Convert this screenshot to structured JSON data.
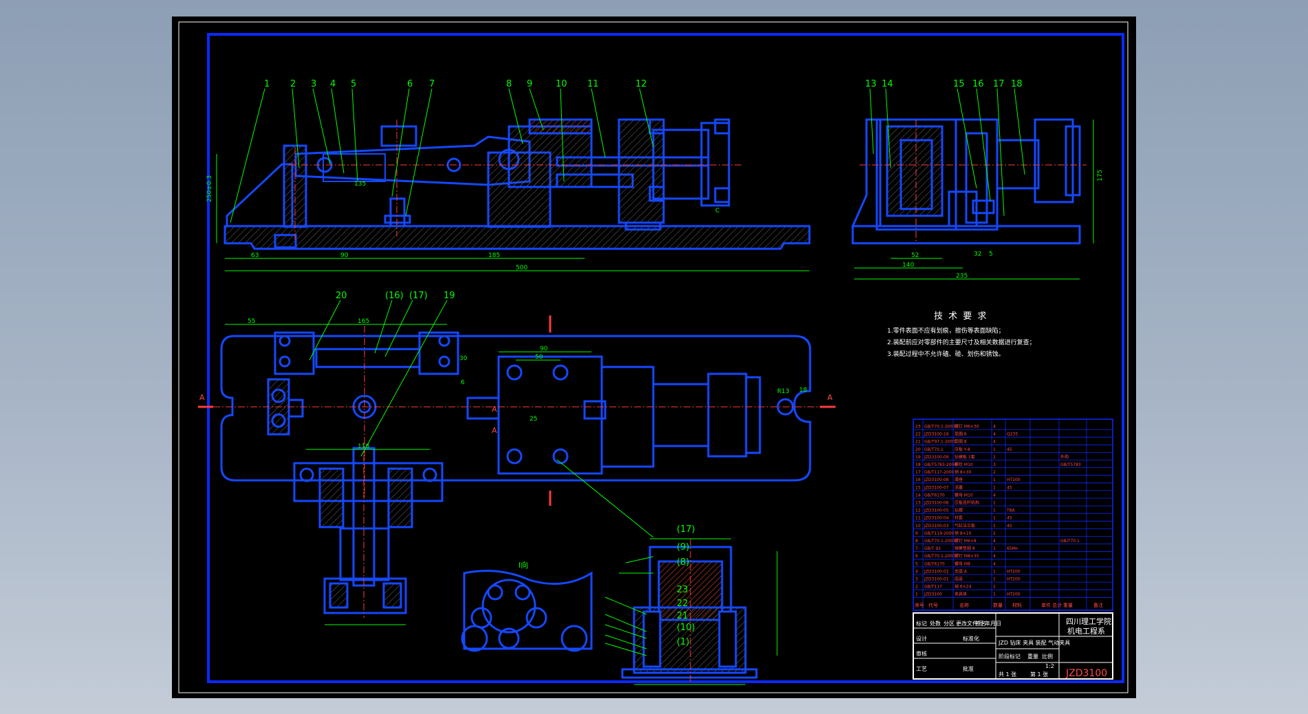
{
  "balloons_top": [
    "1",
    "2",
    "3",
    "4",
    "5",
    "6",
    "7",
    "8",
    "9",
    "10",
    "11",
    "12",
    "13",
    "14",
    "15",
    "16",
    "17",
    "18"
  ],
  "balloons_mid": [
    "20",
    "(16)",
    "(17)",
    "19"
  ],
  "balloons_lower": [
    "(17)",
    "(9)",
    "(8)",
    "23",
    "22",
    "21",
    "(10)",
    "(1)"
  ],
  "dims_front": {
    "overall": "500",
    "a": "63",
    "b": "90",
    "c": "185",
    "h": "250±0.3",
    "i": "135",
    "c_label": "C"
  },
  "dims_side": {
    "w1": "235",
    "w2": "140",
    "w3": "52",
    "w4": "32",
    "w5": "5",
    "h1": "175"
  },
  "dims_plan": {
    "a": "55",
    "b": "165",
    "c": "90",
    "d": "50",
    "e": "30",
    "f": "6",
    "g": "18",
    "h": "25",
    "i": "118",
    "j": "R13"
  },
  "section_labels": {
    "a_left": "A",
    "a_right": "A",
    "a_mid1": "A",
    "a_mid2": "A",
    "view_label": "I向"
  },
  "tech": {
    "title": "技 术 要 求",
    "items": [
      "1.零件表面不应有划痕，擦伤等表面缺陷；",
      "2.装配前应对零部件的主要尺寸及相关数据进行复查；",
      "3.装配过程中不允许磕、碰、划伤和锈蚀。"
    ]
  },
  "bom_rows": [
    [
      "23",
      "GB/T70.1-2000",
      "螺钉 M6×30",
      "4",
      "",
      ""
    ],
    [
      "22",
      "JZD3100-16",
      "垫圈 6",
      "4",
      "Q235",
      ""
    ],
    [
      "21",
      "GB/T97.1-2000",
      "垫圈 8",
      "4",
      "",
      ""
    ],
    [
      "20",
      "GB/T70.1",
      "压板 Y-8",
      "1",
      "45",
      ""
    ],
    [
      "19",
      "JZD3100-09",
      "钻模板 1套",
      "1",
      "",
      "外购"
    ],
    [
      "18",
      "GB/T5783-2000",
      "螺栓 M10",
      "3",
      "",
      "GB/T5783"
    ],
    [
      "17",
      "GB/T117-2000",
      "销 8×30",
      "2",
      "",
      ""
    ],
    [
      "16",
      "JZD3100-08",
      "滑座",
      "1",
      "HT200",
      ""
    ],
    [
      "15",
      "JZD3100-07",
      "活塞",
      "1",
      "45",
      ""
    ],
    [
      "14",
      "GB/T6170",
      "螺母 M10",
      "4",
      "",
      ""
    ],
    [
      "13",
      "JZD3100-06",
      "压板连杆机构",
      "1",
      "",
      ""
    ],
    [
      "12",
      "JZD3100-05",
      "钻模",
      "1",
      "T8A",
      ""
    ],
    [
      "11",
      "JZD3100-04",
      "衬套",
      "1",
      "45",
      ""
    ],
    [
      "10",
      "JZD3100-03",
      "气缸法兰板",
      "1",
      "45",
      ""
    ],
    [
      "9",
      "GB/T119-2000",
      "销 8×10",
      "2",
      "",
      ""
    ],
    [
      "8",
      "GB/T70.1-2000",
      "螺钉 M6×8",
      "4",
      "",
      "GB/T70.1"
    ],
    [
      "7",
      "GB/T 93",
      "弹簧垫圈 8",
      "1",
      "65Mn",
      ""
    ],
    [
      "6",
      "GB/T70.1-2000",
      "螺钉 M8×35",
      "4",
      "",
      ""
    ],
    [
      "5",
      "GB/T6170",
      "螺母 M8",
      "4",
      "",
      ""
    ],
    [
      "4",
      "JZD3100-02",
      "支座 A",
      "1",
      "HT200",
      ""
    ],
    [
      "3",
      "JZD3100-01",
      "底座",
      "1",
      "HT200",
      ""
    ],
    [
      "2",
      "GB/T117",
      "销 6×24",
      "2",
      "",
      ""
    ],
    [
      "1",
      "JZD3100",
      "夹具体",
      "1",
      "HT200",
      ""
    ]
  ],
  "bom_header": [
    "序号",
    "代号",
    "名称",
    "数量",
    "材料",
    "单件 总计",
    "重量",
    "备注"
  ],
  "title_block": {
    "school": "四川理工学院",
    "dept": "机电工程系",
    "part_name": "JZD 钻床 夹具 装配 气动夹具",
    "stage": "阶段标记",
    "weight": "重量",
    "scale": "比例",
    "scale_val": "1:2",
    "drawing_no": "JZD3100",
    "sheets": "共 1 张",
    "sheet_no": "第 1 张",
    "rows": [
      "标记",
      "处数",
      "分区",
      "更改文件号",
      "签名",
      "年月日",
      "设计",
      "标准化",
      "审核",
      "工艺",
      "批准"
    ]
  },
  "colors": {
    "frame": "#0a2aff",
    "part": "#1548ff",
    "dim": "#00ff00",
    "center": "#ff3b3b",
    "hatch": "#7a2a1a",
    "text": "#ffffff",
    "bg": "#000000",
    "bom_text": "#ff3b3b"
  }
}
